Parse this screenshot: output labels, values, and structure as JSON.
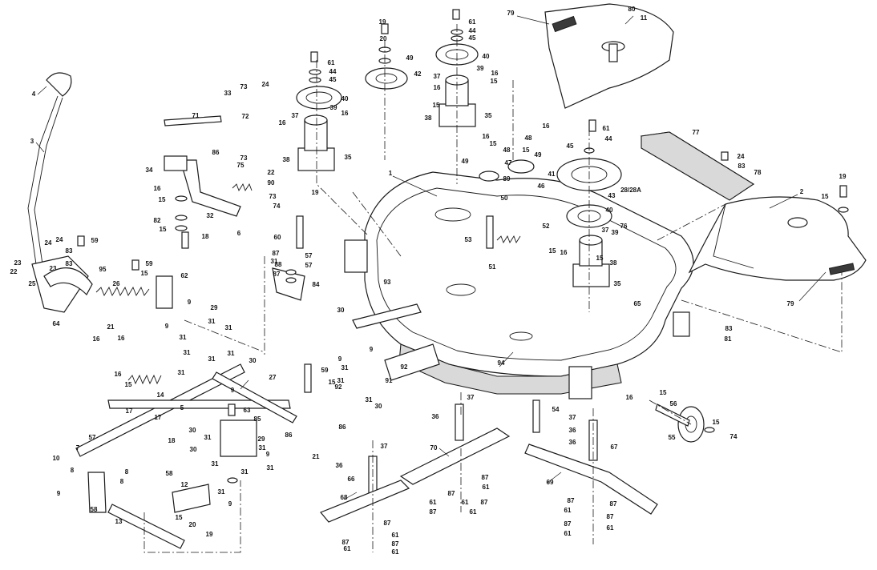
{
  "callouts": [
    "1",
    "2",
    "3",
    "4",
    "5",
    "6",
    "7",
    "8",
    "9",
    "10",
    "11",
    "12",
    "13",
    "14",
    "15",
    "16",
    "17",
    "18",
    "19",
    "20",
    "21",
    "22",
    "23",
    "24",
    "25",
    "26",
    "27",
    "28/28A",
    "29",
    "30",
    "31",
    "32",
    "33",
    "34",
    "35",
    "36",
    "37",
    "38",
    "39",
    "40",
    "41",
    "42",
    "43",
    "44",
    "45",
    "46",
    "47",
    "48",
    "49",
    "50",
    "51",
    "52",
    "53",
    "54",
    "55",
    "56",
    "57",
    "58",
    "59",
    "60",
    "61",
    "62",
    "63",
    "64",
    "65",
    "66",
    "67",
    "68",
    "69",
    "70",
    "71",
    "72",
    "73",
    "74",
    "75",
    "76",
    "77",
    "78",
    "79",
    "80",
    "81",
    "82",
    "83",
    "84",
    "85",
    "86",
    "87",
    "88",
    "89",
    "90",
    "91",
    "92",
    "93",
    "94",
    "95"
  ],
  "colors": {
    "ink": "#1a1a1a",
    "paper": "#ffffff",
    "shade": "#d9d9d9"
  }
}
